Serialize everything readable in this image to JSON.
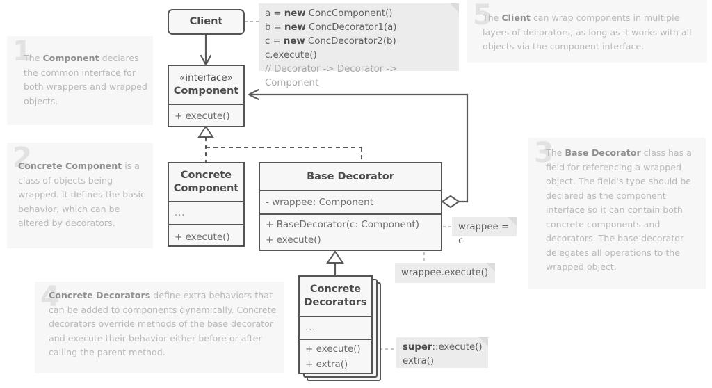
{
  "diagram": {
    "title": "Decorator design pattern structure (UML class diagram)",
    "colors": {
      "panel_bg": "#f7f7f7",
      "panel_number": "#e2e2e2",
      "panel_text": "#b9b9b9",
      "panel_text_bold": "#8f8f8f",
      "box_fill": "#f7f7f7",
      "box_border": "#555555",
      "box_title_text": "#4b4b4b",
      "box_member_text": "#6d6d6d",
      "note_fill": "#ececec",
      "note_text": "#5f5f5f",
      "note_dim_text": "#a9a9a9",
      "wire": "#5a5a5a"
    }
  },
  "classes": {
    "client": {
      "name": "Client"
    },
    "component": {
      "stereotype": "«interface»",
      "name": "Component",
      "methods": [
        "+ execute()"
      ]
    },
    "concrete_component": {
      "name_line1": "Concrete",
      "name_line2": "Component",
      "fields": [
        "..."
      ],
      "methods": [
        "+ execute()"
      ]
    },
    "base_decorator": {
      "name": "Base Decorator",
      "fields": [
        "- wrappee: Component"
      ],
      "methods": [
        "+ BaseDecorator(c: Component)",
        "+ execute()"
      ]
    },
    "concrete_decorators": {
      "name_line1": "Concrete",
      "name_line2": "Decorators",
      "fields": [
        "..."
      ],
      "methods": [
        "+ execute()",
        "+ extra()"
      ]
    }
  },
  "notes": {
    "client_code": {
      "lines": [
        {
          "text": "a = ",
          "kw": "new",
          "rest": " ConcComponent()"
        },
        {
          "text": "b = ",
          "kw": "new",
          "rest": " ConcDecorator1(a)"
        },
        {
          "text": "c = ",
          "kw": "new",
          "rest": " ConcDecorator2(b)"
        }
      ],
      "line4": "c.execute()",
      "comment": "// Decorator -> Decorator -> Component"
    },
    "wrappee_assign": {
      "text": "wrappee = c"
    },
    "wrappee_execute": {
      "text": "wrappee.execute()"
    },
    "super_execute": {
      "kw": "super",
      "rest": "::execute()",
      "line2": "extra()"
    }
  },
  "annotations": [
    {
      "id": 1,
      "number": "1",
      "html": "The <b>Component</b> declares the common interface for both wrappers and wrapped objects.",
      "plain": "The Component declares the common interface for both wrappers and wrapped objects."
    },
    {
      "id": 2,
      "number": "2",
      "html": "<b>Concrete Component</b> is a class of objects being wrapped. It defines the basic behavior, which can be altered by decorators.",
      "plain": "Concrete Component is a class of objects being wrapped. It defines the basic behavior, which can be altered by decorators."
    },
    {
      "id": 3,
      "number": "3",
      "html": "The <b>Base Decorator</b> class has a field for referencing a wrapped object. The field's type should be declared as the component interface so it can contain both concrete components and decorators. The base decorator delegates all operations to the wrapped object.",
      "plain": "The Base Decorator class has a field for referencing a wrapped object. The field's type should be declared as the component interface so it can contain both concrete components and decorators. The base decorator delegates all operations to the wrapped object."
    },
    {
      "id": 4,
      "number": "4",
      "html": "<b>Concrete Decorators</b> define extra behaviors that can be added to components dynamically. Concrete decorators override methods of the base decorator and execute their behavior either before or after calling the parent method.",
      "plain": "Concrete Decorators define extra behaviors that can be added to components dynamically. Concrete decorators override methods of the base decorator and execute their behavior either before or after calling the parent method."
    },
    {
      "id": 5,
      "number": "5",
      "html": "The <b>Client</b> can wrap components in multiple layers of decorators, as long as it works with all objects via the component interface.",
      "plain": "The Client can wrap components in multiple layers of decorators, as long as it works with all objects via the component interface."
    }
  ],
  "relations": [
    {
      "from": "Client",
      "to": "Component",
      "type": "association-arrow"
    },
    {
      "from": "Concrete Component",
      "to": "Component",
      "type": "realization-dashed-triangle"
    },
    {
      "from": "Base Decorator",
      "to": "Component",
      "type": "realization-dashed-triangle"
    },
    {
      "from": "Base Decorator",
      "to": "Component",
      "type": "aggregation-diamond"
    },
    {
      "from": "Concrete Decorators",
      "to": "Base Decorator",
      "type": "inheritance-triangle"
    }
  ]
}
